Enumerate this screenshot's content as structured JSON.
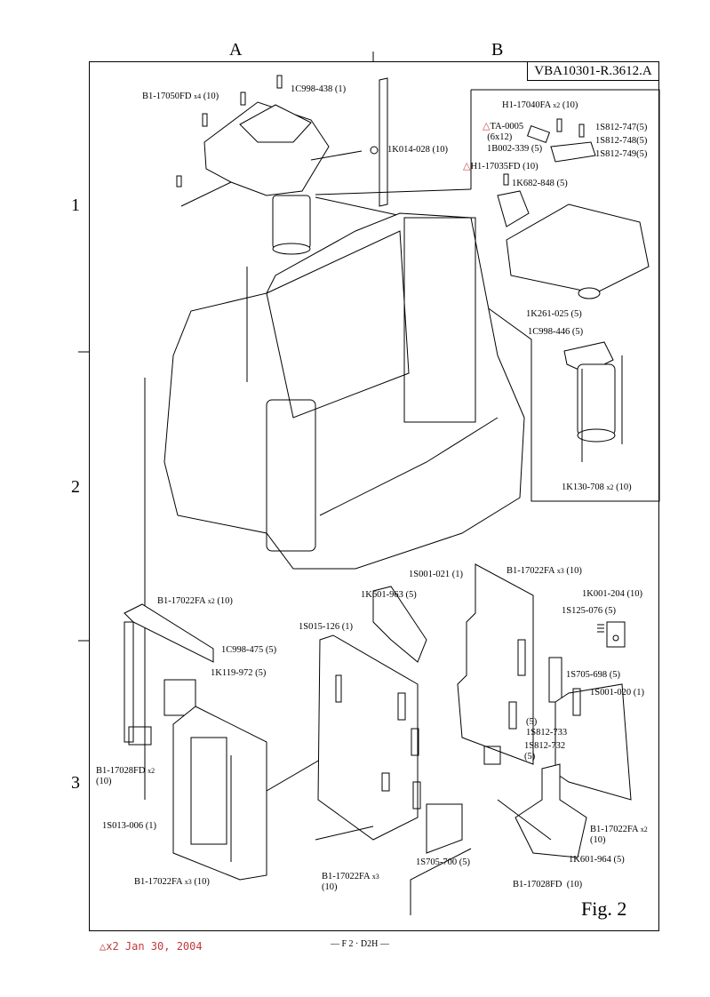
{
  "sheet": {
    "doc_id": "VBA10301-R.3612.A",
    "figure_label": "Fig.  2",
    "columns": [
      "A",
      "B"
    ],
    "rows": [
      "1",
      "2",
      "3"
    ],
    "revision_note": "△x2 Jan 30,  2004",
    "page_footer": "— F 2 · D2H —",
    "accent_color": "#d04040"
  },
  "parts": {
    "p1": {
      "code": "B1-17050FD",
      "qty": "x4",
      "pack": "(10)"
    },
    "p2": {
      "code": "1C998-438",
      "qty": "",
      "pack": "(1)"
    },
    "p3": {
      "code": "1K014-028",
      "qty": "",
      "pack": "(10)"
    },
    "p4": {
      "code": "H1-17040FA",
      "qty": "x2",
      "pack": "(10)"
    },
    "p5": {
      "code": "TA-0005",
      "qty": "",
      "pack": "(6x12)",
      "revised": true
    },
    "p6": {
      "code": "1B002-339",
      "qty": "",
      "pack": "(5)"
    },
    "p7": {
      "code": "1S812-747",
      "qty": "",
      "pack": "(5)"
    },
    "p8": {
      "code": "1S812-748",
      "qty": "",
      "pack": "(5)"
    },
    "p9": {
      "code": "1S812-749",
      "qty": "",
      "pack": "(5)"
    },
    "p10": {
      "code": "H1-17035FD",
      "qty": "",
      "pack": "(10)",
      "revised": true
    },
    "p11": {
      "code": "1K682-848",
      "qty": "",
      "pack": "(5)"
    },
    "p12": {
      "code": "1K261-025",
      "qty": "",
      "pack": "(5)"
    },
    "p13": {
      "code": "1C998-446",
      "qty": "",
      "pack": "(5)"
    },
    "p14": {
      "code": "1K130-708",
      "qty": "x2",
      "pack": "(10)"
    },
    "p15": {
      "code": "1S001-021",
      "qty": "",
      "pack": "(1)"
    },
    "p16": {
      "code": "B1-17022FA",
      "qty": "x3",
      "pack": "(10)"
    },
    "p17": {
      "code": "1K601-963",
      "qty": "",
      "pack": "(5)"
    },
    "p18": {
      "code": "1K001-204",
      "qty": "",
      "pack": "(10)"
    },
    "p19": {
      "code": "1S125-076",
      "qty": "",
      "pack": "(5)"
    },
    "p20": {
      "code": "B1-17022FA",
      "qty": "x2",
      "pack": "(10)"
    },
    "p21": {
      "code": "1S015-126",
      "qty": "",
      "pack": "(1)"
    },
    "p22": {
      "code": "1C998-475",
      "qty": "",
      "pack": "(5)"
    },
    "p23": {
      "code": "1K119-972",
      "qty": "",
      "pack": "(5)"
    },
    "p24": {
      "code": "1S705-698",
      "qty": "",
      "pack": "(5)"
    },
    "p25": {
      "code": "1S001-020",
      "qty": "",
      "pack": "(1)"
    },
    "p26": {
      "code": "1S812-733",
      "qty": "",
      "pack": "(5)"
    },
    "p27": {
      "code": "1S812-732",
      "qty": "",
      "pack": "(5)"
    },
    "p28": {
      "code": "B1-17028FD",
      "qty": "x2",
      "pack": "(10)"
    },
    "p29": {
      "code": "1S013-006",
      "qty": "",
      "pack": "(1)"
    },
    "p30": {
      "code": "B1-17022FA",
      "qty": "x2",
      "pack": "(10)"
    },
    "p31": {
      "code": "1K601-964",
      "qty": "",
      "pack": "(5)"
    },
    "p32": {
      "code": "1S705-700",
      "qty": "",
      "pack": "(5)"
    },
    "p33": {
      "code": "B1-17022FA",
      "qty": "x3",
      "pack": "(10)"
    },
    "p34": {
      "code": "B1-17022FA",
      "qty": "x3",
      "pack": "(10)"
    },
    "p35": {
      "code": "B1-17028FD",
      "qty": "",
      "pack": "(10)"
    }
  }
}
